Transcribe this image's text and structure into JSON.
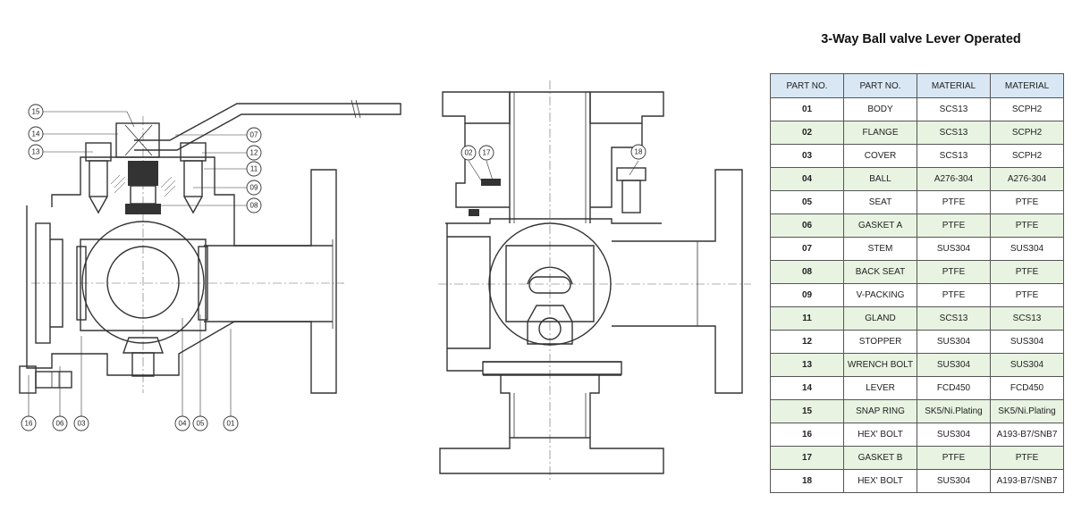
{
  "title": "3-Way Ball valve Lever Operated",
  "table": {
    "headers": [
      "PART NO.",
      "PART NO.",
      "MATERIAL",
      "MATERIAL"
    ],
    "rows": [
      {
        "no": "01",
        "name": "BODY",
        "mat1": "SCS13",
        "mat2": "SCPH2"
      },
      {
        "no": "02",
        "name": "FLANGE",
        "mat1": "SCS13",
        "mat2": "SCPH2"
      },
      {
        "no": "03",
        "name": "COVER",
        "mat1": "SCS13",
        "mat2": "SCPH2"
      },
      {
        "no": "04",
        "name": "BALL",
        "mat1": "A276-304",
        "mat2": "A276-304"
      },
      {
        "no": "05",
        "name": "SEAT",
        "mat1": "PTFE",
        "mat2": "PTFE"
      },
      {
        "no": "06",
        "name": "GASKET A",
        "mat1": "PTFE",
        "mat2": "PTFE"
      },
      {
        "no": "07",
        "name": "STEM",
        "mat1": "SUS304",
        "mat2": "SUS304"
      },
      {
        "no": "08",
        "name": "BACK SEAT",
        "mat1": "PTFE",
        "mat2": "PTFE"
      },
      {
        "no": "09",
        "name": "V-PACKING",
        "mat1": "PTFE",
        "mat2": "PTFE"
      },
      {
        "no": "11",
        "name": "GLAND",
        "mat1": "SCS13",
        "mat2": "SCS13"
      },
      {
        "no": "12",
        "name": "STOPPER",
        "mat1": "SUS304",
        "mat2": "SUS304"
      },
      {
        "no": "13",
        "name": "WRENCH BOLT",
        "mat1": "SUS304",
        "mat2": "SUS304"
      },
      {
        "no": "14",
        "name": "LEVER",
        "mat1": "FCD450",
        "mat2": "FCD450"
      },
      {
        "no": "15",
        "name": "SNAP RING",
        "mat1": "SK5/Ni.Plating",
        "mat2": "SK5/Ni.Plating"
      },
      {
        "no": "16",
        "name": "HEX' BOLT",
        "mat1": "SUS304",
        "mat2": "A193-B7/SNB7"
      },
      {
        "no": "17",
        "name": "GASKET B",
        "mat1": "PTFE",
        "mat2": "PTFE"
      },
      {
        "no": "18",
        "name": "HEX' BOLT",
        "mat1": "SUS304",
        "mat2": "A193-B7/SNB7"
      }
    ]
  },
  "callouts": {
    "c15": "15",
    "c14": "14",
    "c13": "13",
    "c07": "07",
    "c12": "12",
    "c11": "11",
    "c09": "09",
    "c08": "08",
    "c16": "16",
    "c06": "06",
    "c03": "03",
    "c04": "04",
    "c05": "05",
    "c01": "01",
    "c02": "02",
    "c17": "17",
    "c18": "18"
  },
  "colors": {
    "header_bg": "#d9e7f4",
    "alt_row_bg": "#e8f3e1",
    "line": "#333333"
  }
}
